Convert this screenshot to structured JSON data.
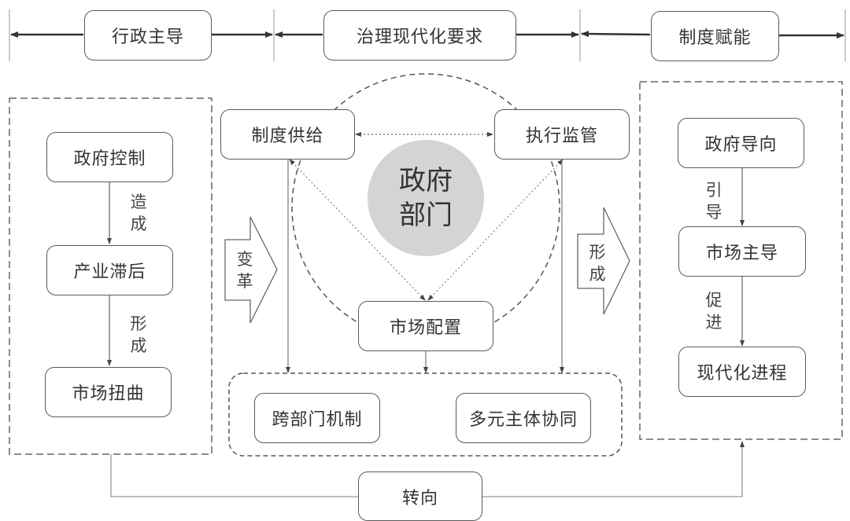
{
  "header": {
    "stages": [
      {
        "label": "行政主导"
      },
      {
        "label": "治理现代化要求"
      },
      {
        "label": "制度赋能"
      }
    ]
  },
  "left_panel": {
    "nodes": [
      {
        "label": "政府控制"
      },
      {
        "label": "产业滞后"
      },
      {
        "label": "市场扭曲"
      }
    ],
    "edges": [
      {
        "label": "造成"
      },
      {
        "label": "形成"
      }
    ]
  },
  "middle_panel": {
    "center": {
      "line1": "政府",
      "line2": "部门"
    },
    "nodes": {
      "supply": "制度供给",
      "supervision": "执行监管",
      "market": "市场配置"
    },
    "bottom_group": [
      {
        "label": "跨部门机制"
      },
      {
        "label": "多元主体协同"
      }
    ]
  },
  "transitions": {
    "reform": "变革",
    "form": "形成"
  },
  "right_panel": {
    "nodes": [
      {
        "label": "政府导向"
      },
      {
        "label": "市场主导"
      },
      {
        "label": "现代化进程"
      }
    ],
    "edges": [
      {
        "label": "引导"
      },
      {
        "label": "促进"
      }
    ]
  },
  "bottom": {
    "label": "转向"
  },
  "colors": {
    "line": "#555555",
    "center_fill": "#d4d4d4",
    "dashed": "#555555"
  }
}
